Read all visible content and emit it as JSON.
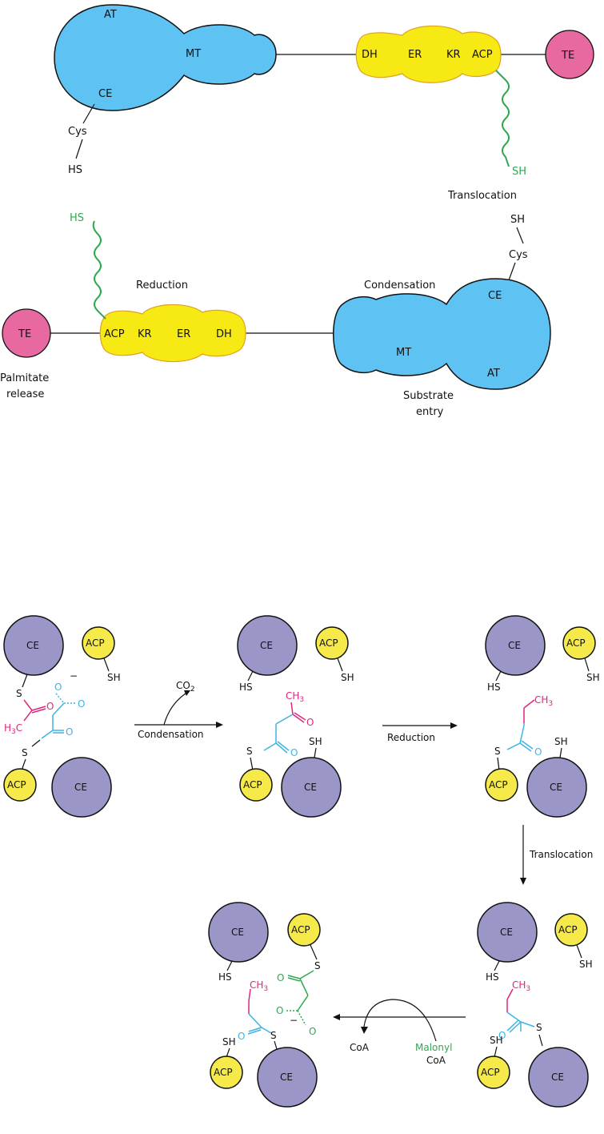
{
  "top": {
    "domains": {
      "at": "AT",
      "mt": "MT",
      "ce": "CE",
      "dh": "DH",
      "er": "ER",
      "kr": "KR",
      "acp": "ACP",
      "te": "TE",
      "cys": "Cys",
      "hs": "HS",
      "sh": "SH"
    },
    "labels": {
      "translocation": "Translocation",
      "reduction": "Reduction",
      "condensation": "Condensation",
      "palmitate_line1": "Palmitate",
      "palmitate_line2": "release",
      "substrate_line1": "Substrate",
      "substrate_line2": "entry"
    }
  },
  "bottom": {
    "ce": "CE",
    "acp": "ACP",
    "sh": "SH",
    "hs": "HS",
    "s": "S",
    "co2": "CO",
    "co2_sub": "2",
    "ch3": "CH",
    "ch3_sub": "3",
    "h3c_pre": "H",
    "h3c_sub": "3",
    "h3c_post": "C",
    "o": "O",
    "minus": "−",
    "condensation": "Condensation",
    "reduction": "Reduction",
    "translocation": "Translocation",
    "coa": "CoA",
    "malonyl_line1": "Malonyl",
    "malonyl_line2": "CoA"
  },
  "colors": {
    "ce_fill": "#9b96c8",
    "acp_fill": "#f6ea4a",
    "blue_domain": "#5ec3f2",
    "yellow_domain": "#f7ea14",
    "te_fill": "#e8699f",
    "cyan_chain": "#3fb3e3",
    "pink_chain": "#e0267f",
    "green_chain": "#2fa84f"
  }
}
